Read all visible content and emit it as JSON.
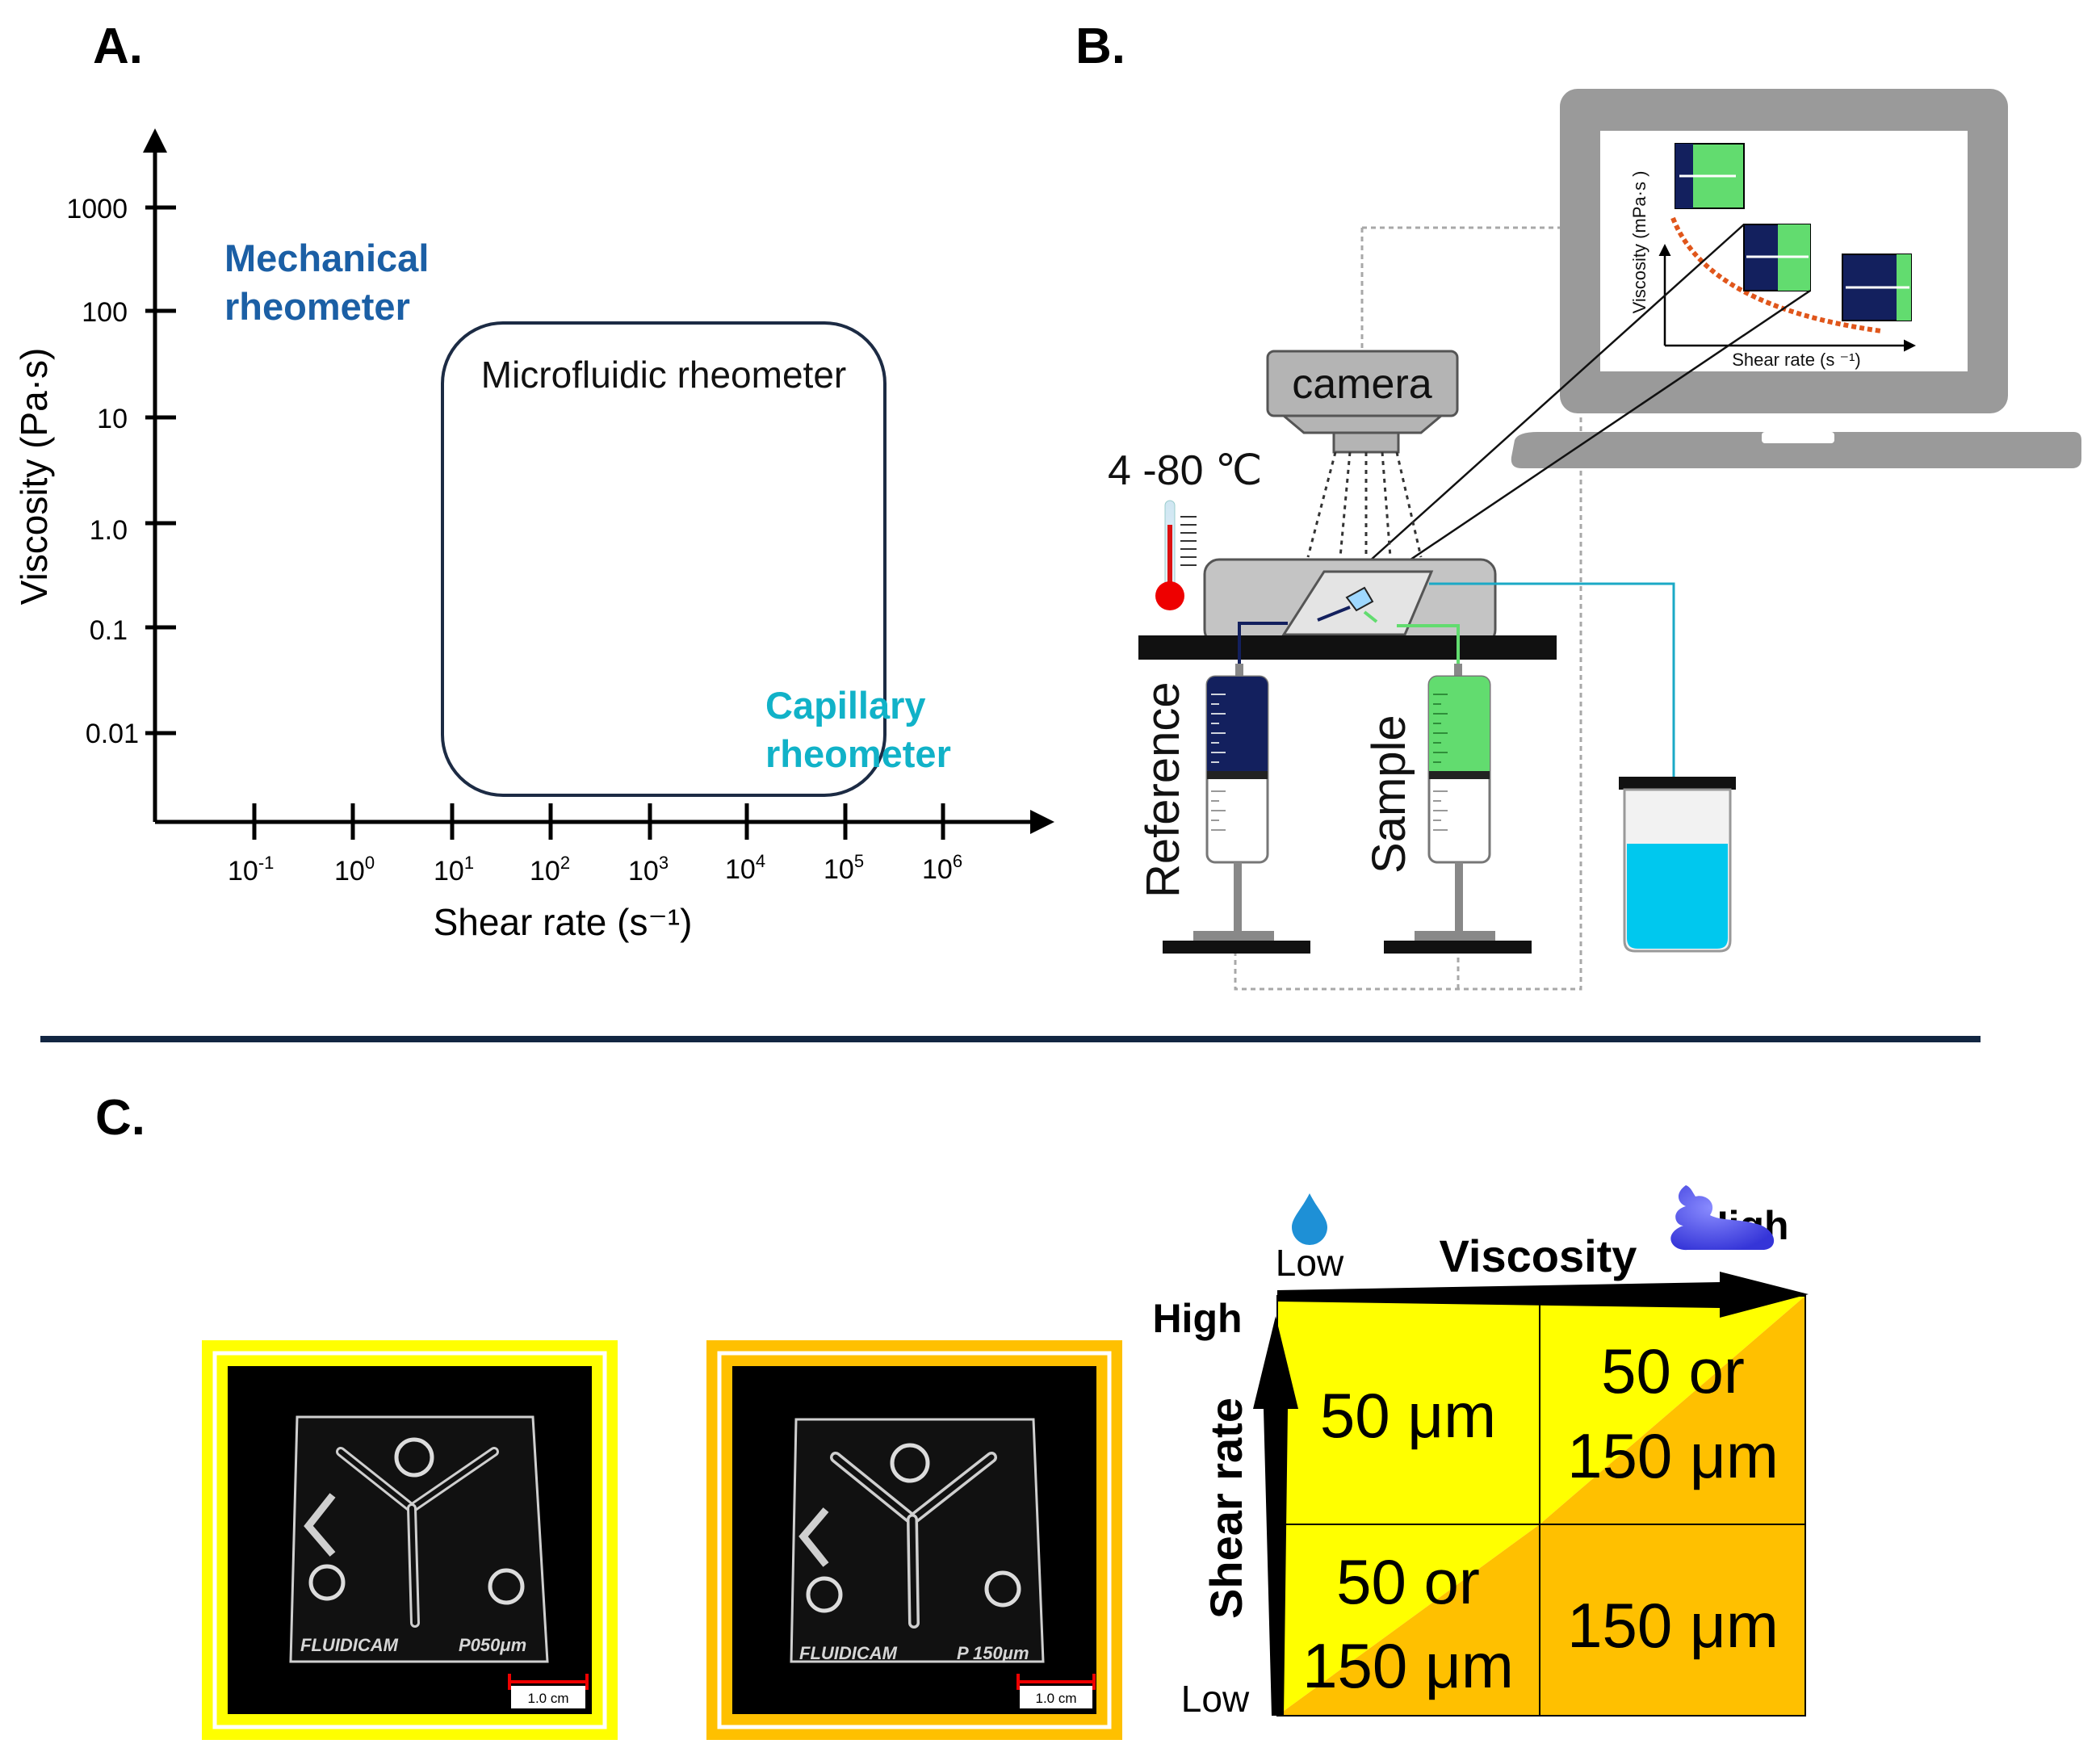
{
  "panel_a": {
    "label": "A.",
    "ylabel": "Viscosity (Pa·s)",
    "xlabel": "Shear rate (s⁻¹)",
    "y_ticks": [
      "1000",
      "100",
      "10",
      "1.0",
      "0.1",
      "0.01"
    ],
    "x_ticks": [
      {
        "base": "10",
        "exp": "-1"
      },
      {
        "base": "10",
        "exp": "0"
      },
      {
        "base": "10",
        "exp": "1"
      },
      {
        "base": "10",
        "exp": "2"
      },
      {
        "base": "10",
        "exp": "3"
      },
      {
        "base": "10",
        "exp": "4"
      },
      {
        "base": "10",
        "exp": "5"
      },
      {
        "base": "10",
        "exp": "6"
      }
    ],
    "mechanical": [
      "Mechanical",
      "rheometer"
    ],
    "microfluidic": "Microfluidic rheometer",
    "capillary": [
      "Capillary",
      "rheometer"
    ],
    "colors": {
      "mechanical": "#1b5fa5",
      "capillary": "#11b2c8",
      "box": "#1c2b44"
    }
  },
  "panel_b": {
    "label": "B.",
    "camera": "camera",
    "temperature": "4 -80 ℃",
    "reference": "Reference",
    "sample": "Sample",
    "screen_ylabel": "Viscosity  (mPa·s )",
    "screen_xlabel": "Shear rate (s ⁻¹)",
    "colors": {
      "reference": "#13205e",
      "sample": "#62dc6f",
      "reservoir": "#00c8ee",
      "curve": "#e0561b",
      "laptop": "#9a9a9a"
    }
  },
  "panel_c": {
    "label": "C.",
    "chips": [
      {
        "brand": "FLUIDICAM",
        "code": "P050μm",
        "scale": "1.0 cm",
        "frame_color": "#ffff00"
      },
      {
        "brand": "FLUIDICAM",
        "code": "P 150μm",
        "scale": "1.0 cm",
        "frame_color": "#ffc000"
      }
    ],
    "matrix": {
      "viscosity_title": "Viscosity",
      "viscosity_low": "Low",
      "viscosity_high": "High",
      "shear_title": "Shear rate",
      "shear_high": "High",
      "shear_low": "Low",
      "cell_tl": "50 μm",
      "cell_tr": [
        "50 or",
        "150 μm"
      ],
      "cell_bl": [
        "50 or",
        "150 μm"
      ],
      "cell_br": "150 μm",
      "colors": {
        "yellow": "#ffff00",
        "orange": "#ffc000",
        "drop": "#1e90d6",
        "blob": "#5555ee"
      }
    }
  }
}
